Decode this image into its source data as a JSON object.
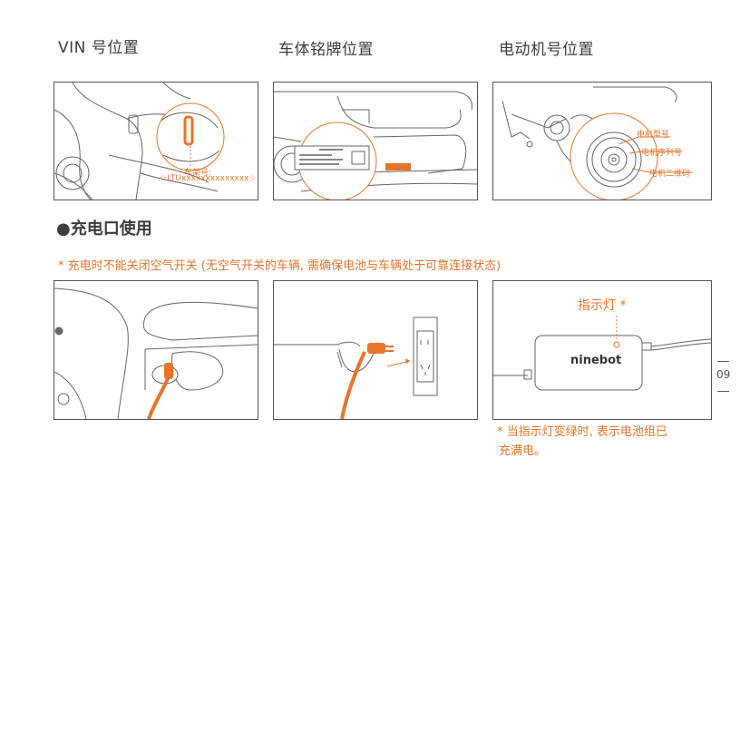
{
  "headings": {
    "vin": "VIN 号位置",
    "nameplate": "车体铭牌位置",
    "motor": "电动机号位置",
    "charging": "充电口使用"
  },
  "vin_labels": {
    "frame_label": "车架号:",
    "frame_value": "☆LTUxxxxxxxxxxxxxx☆"
  },
  "motor_labels": {
    "model": "电机型号",
    "serial": "电机序列号",
    "qr": "电机二维码"
  },
  "charging": {
    "warning": "* 充电时不能关闭空气开关 (无空气开关的车辆, 需确保电池与车辆处于可靠连接状态)",
    "indicator_label": "指示灯 *",
    "brand": "ninebot",
    "indicator_note_line1": "* 当指示灯变绿时, 表示电池组已",
    "indicator_note_line2": "充满电。"
  },
  "page": {
    "number": "09"
  },
  "colors": {
    "accent": "#e8742a",
    "line": "#555555"
  }
}
